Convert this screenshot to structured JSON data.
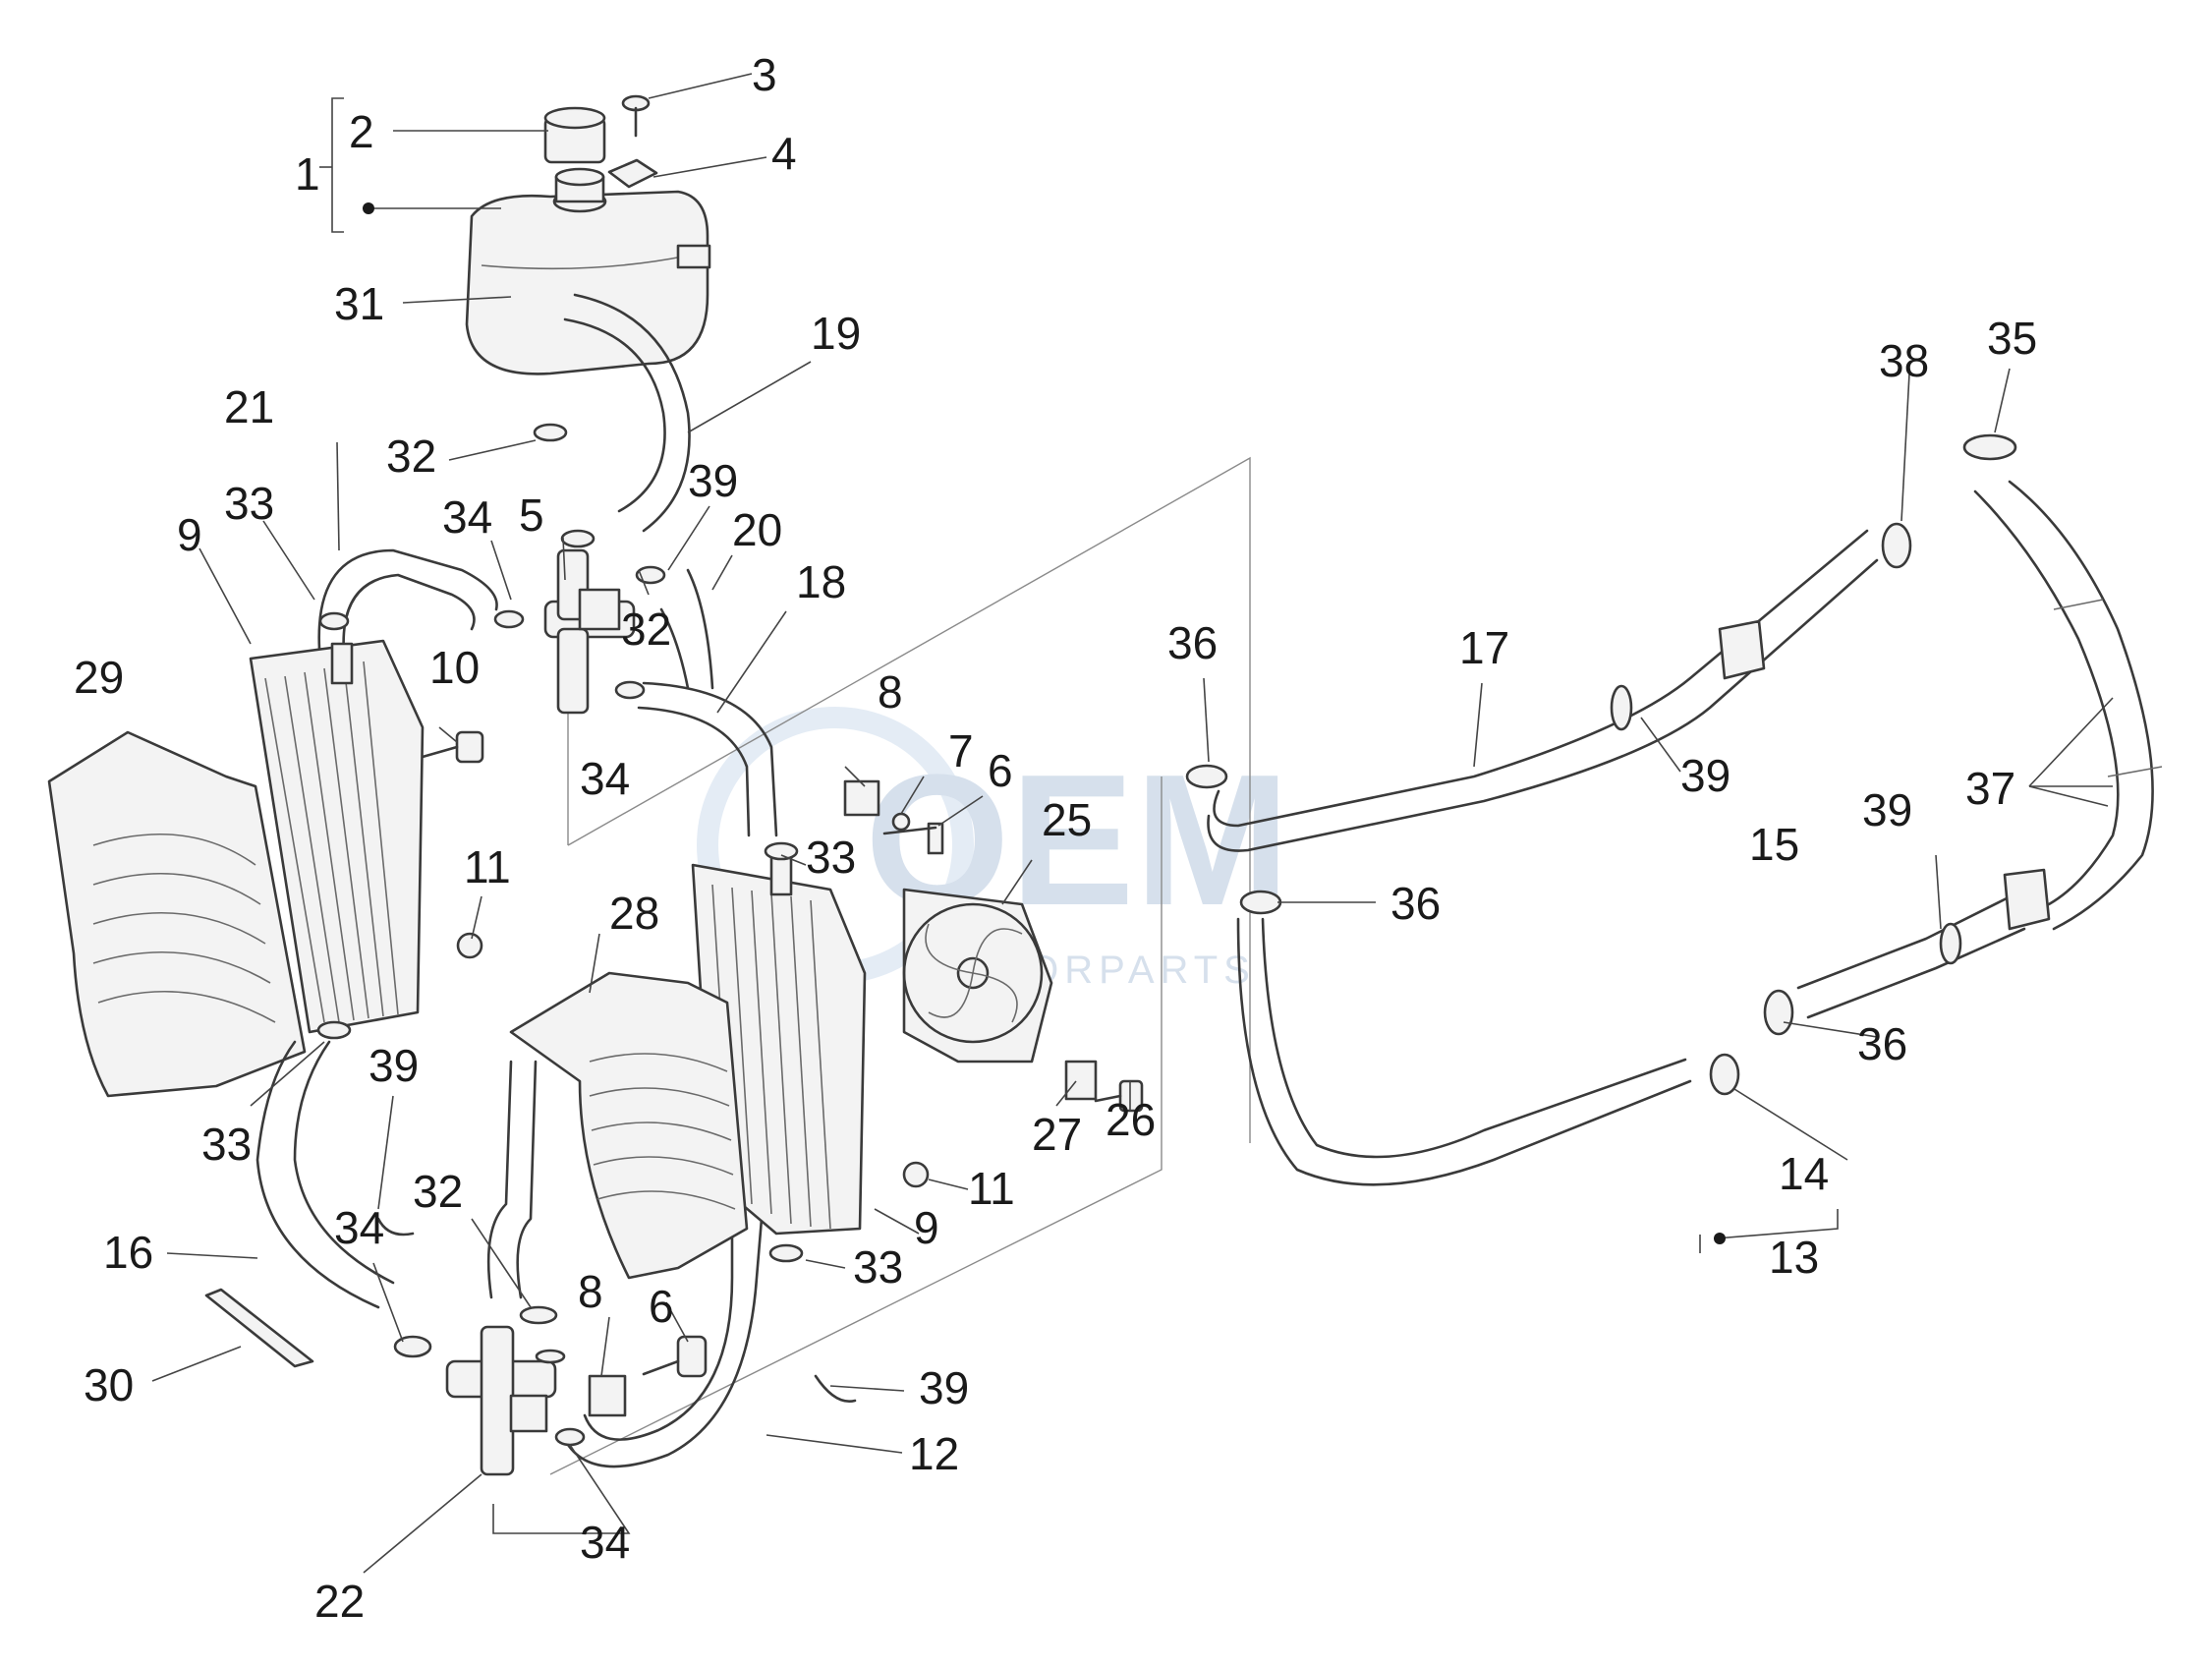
{
  "diagram": {
    "type": "exploded-parts-diagram",
    "callouts": [
      "1",
      "2",
      "3",
      "4",
      "5",
      "6",
      "7",
      "8",
      "9",
      "10",
      "11",
      "12",
      "13",
      "14",
      "15",
      "16",
      "17",
      "18",
      "19",
      "20",
      "21",
      "22",
      "25",
      "26",
      "27",
      "28",
      "29",
      "30",
      "31",
      "32",
      "33",
      "34",
      "35",
      "36",
      "37",
      "38",
      "39"
    ],
    "watermark": {
      "logo_text": "OEM",
      "sub_text": "MOTORPARTS"
    },
    "colors": {
      "line": "#3a3a3a",
      "watermark": "#c9d6e6"
    }
  }
}
